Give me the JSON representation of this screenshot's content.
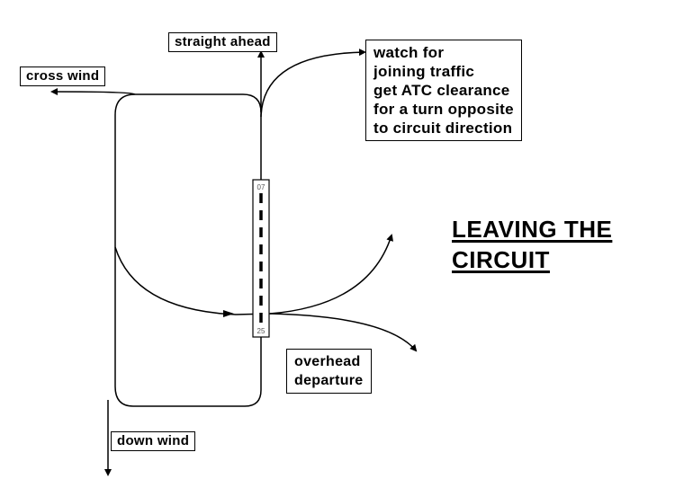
{
  "title": {
    "line1": "LEAVING THE",
    "line2": "CIRCUIT"
  },
  "labels": {
    "straight_ahead": "straight ahead",
    "cross_wind": "cross wind",
    "down_wind": "down wind",
    "overhead_departure": [
      "overhead",
      "departure"
    ]
  },
  "note": {
    "lines": [
      "watch for",
      "joining traffic",
      "get ATC clearance",
      "for a turn opposite",
      "to circuit direction"
    ]
  },
  "runway": {
    "designator_top": "07",
    "designator_bottom": "25"
  }
}
